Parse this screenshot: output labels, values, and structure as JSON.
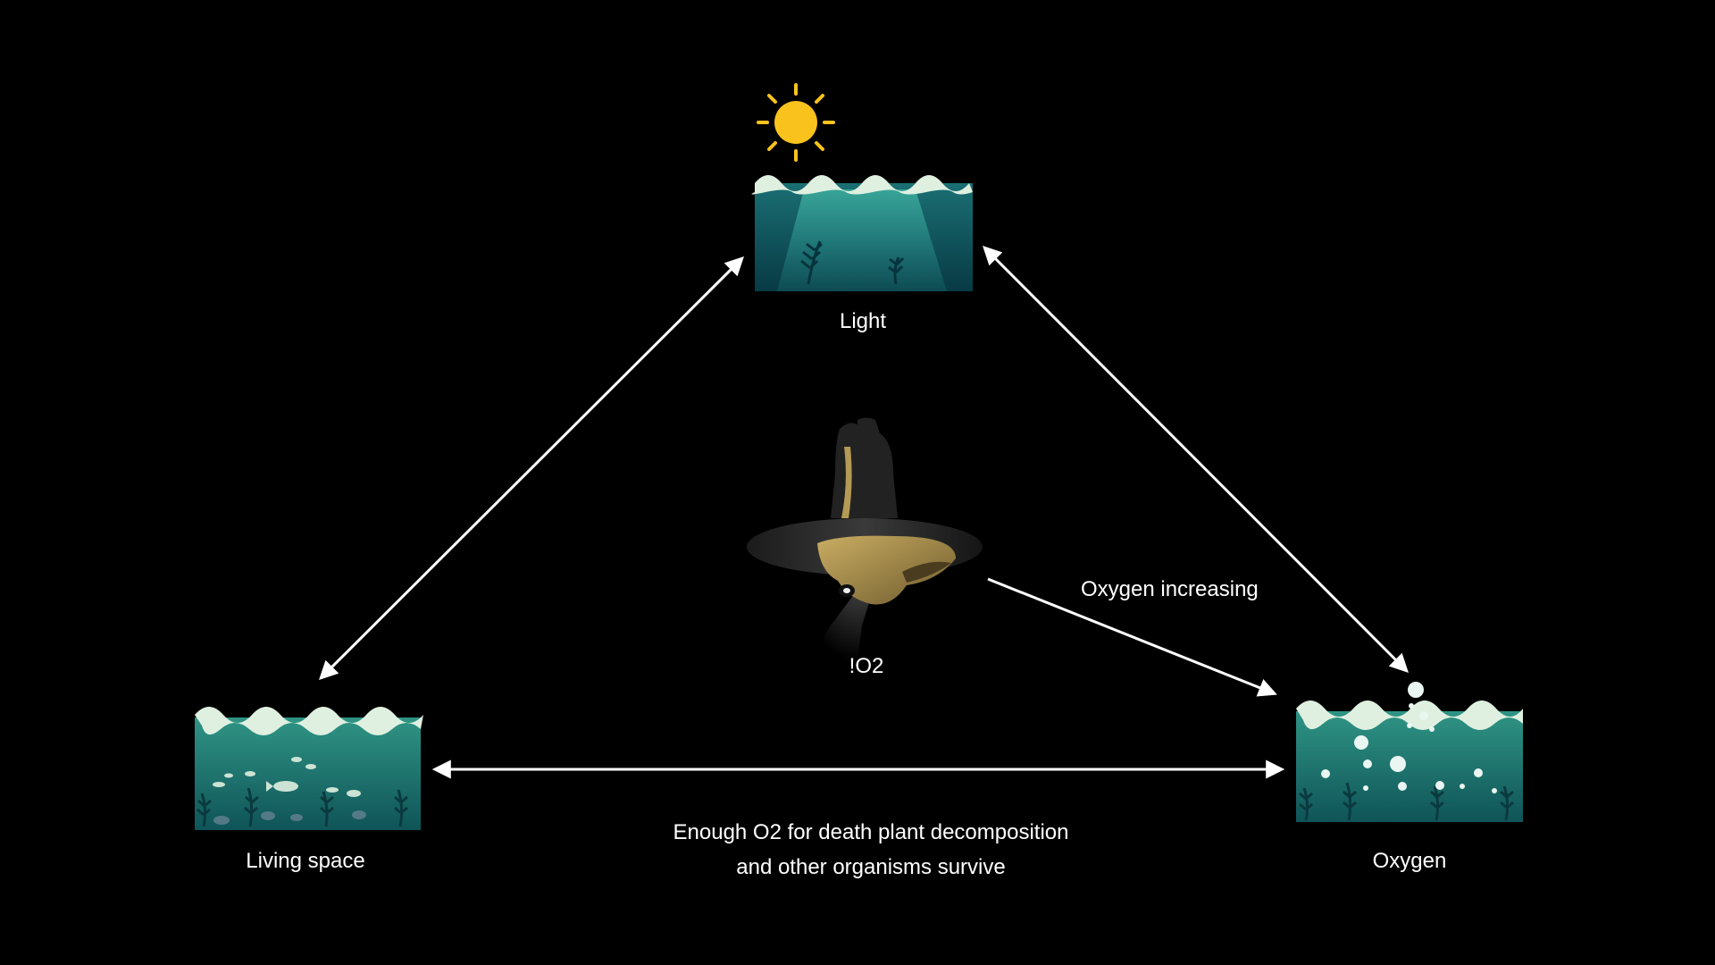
{
  "diagram": {
    "nodes": {
      "light": {
        "label": "Light",
        "icon": "sun-water-icon"
      },
      "living_space": {
        "label": "Living space",
        "icon": "fish-water-icon"
      },
      "oxygen": {
        "label": "Oxygen",
        "icon": "bubbles-water-icon"
      },
      "center": {
        "label": "!O2",
        "icon": "aerator-device-icon"
      }
    },
    "edges": {
      "center_to_oxygen": "Oxygen increasing",
      "living_to_oxygen_line1": "Enough O2 for death plant decomposition",
      "living_to_oxygen_line2": "and other organisms survive"
    },
    "colors": {
      "background": "#000000",
      "water_dark": "#0e4a52",
      "water_light": "#2f9484",
      "wave": "#dff0e0",
      "sun": "#f9c21d",
      "arrow": "#ffffff"
    }
  }
}
